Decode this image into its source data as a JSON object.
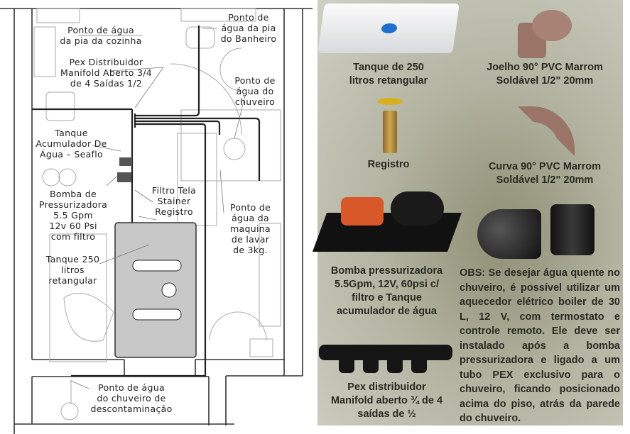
{
  "plan": {
    "labels": {
      "kitchen_sink": "Ponto de água\nda pia da cozinha",
      "manifold": "Pex Distribuidor\nManifold Aberto 3/4\nde 4 Saídas 1/2",
      "bathroom_sink": "Ponto de\nágua da pia\ndo Banheiro",
      "shower": "Ponto de\nágua do\nchuveiro",
      "accumulator": "Tanque\nAcumulador De\nÁgua – Seaflo",
      "pump": "Bomba de\nPressurizadora\n5.5 Gpm\n12v 60 Psi\ncom filtro",
      "filter": "Filtro Tela\nStainer\nRegistro",
      "washing_machine": "Ponto de\nágua da\nmaquina\nde lavar\nde 3kg.",
      "tank": "Tanque 250\nlitros\nretangular",
      "decon_shower": "Ponto de água\ndo chuveiro de\ndescontaminação"
    }
  },
  "catalog": {
    "tank": "Tanque de 250\nlitros retangular",
    "elbow": "Joelho 90° PVC Marrom\nSoldável 1/2\" 20mm",
    "valve": "Registro",
    "curve": "Curva 90° PVC Marrom\nSoldável 1/2\" 20mm",
    "pump": "Bomba pressurizadora\n5.5Gpm, 12V, 60psi c/\nfiltro e Tanque\nacumulador de água",
    "manifold": "Pex distribuidor\nManifold aberto ¾ de 4\nsaídas de ½",
    "obs": "OBS: Se desejar água quente no chuveiro, é possível utilizar um aquecedor elétrico boiler de 30 L, 12 V, com termostato e controle remoto. Ele deve ser instalado após a bomba pressurizadora e ligado a um tubo PEX exclusivo para o chuveiro, ficando posicionado acima do piso, atrás da parede do chuveiro."
  },
  "colors": {
    "tank_fill": "#c8c8c8",
    "elbow_brown": "#9a7466",
    "pump_orange": "#d8582a"
  }
}
